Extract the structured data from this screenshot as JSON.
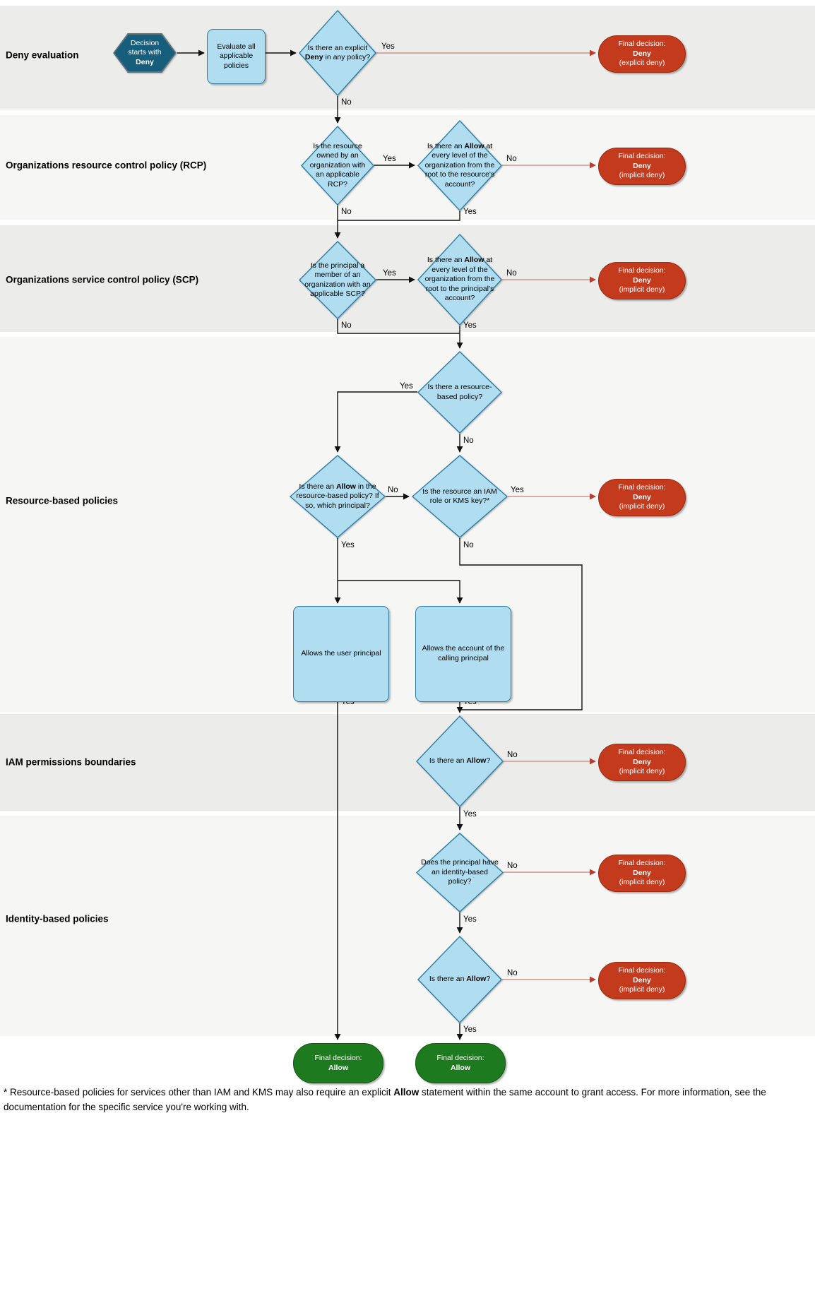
{
  "labels": {
    "yes": "Yes",
    "no": "No"
  },
  "sections": [
    {
      "label": "Deny evaluation"
    },
    {
      "label": "Organizations resource control policy (RCP)"
    },
    {
      "label": "Organizations service control policy (SCP)"
    },
    {
      "label": "Resource-based policies"
    },
    {
      "label": "IAM permissions boundaries"
    },
    {
      "label": "Identity-based policies"
    }
  ],
  "nodes": {
    "start": {
      "pre": "Decision starts with ",
      "bold": "Deny"
    },
    "evaluate": {
      "text": "Evaluate all applicable policies"
    },
    "explicit_deny_q": {
      "pre": "Is there an explicit ",
      "bold": "Deny",
      "post": " in any policy?"
    },
    "rcp_owned_q": {
      "text": "Is the resource owned by an organization with an applicable RCP?"
    },
    "rcp_allow_q": {
      "pre": "Is there an ",
      "bold": "Allow",
      "post": " at every level of the organization from the root to the resource's account?"
    },
    "scp_member_q": {
      "text": "Is the principal a member of an organization with an applicable SCP?"
    },
    "scp_allow_q": {
      "pre": "Is there an ",
      "bold": "Allow",
      "post": " at every level of the organization from the root to the principal's account?"
    },
    "rbp_exists_q": {
      "text": "Is there a resource-based policy?"
    },
    "rbp_allow_q": {
      "pre": "Is there an ",
      "bold": "Allow",
      "post": " in the resource-based policy? If so, which principal?"
    },
    "iam_kms_q": {
      "text": "Is the resource an IAM role or KMS key?*"
    },
    "allows_user": {
      "text": "Allows the user principal"
    },
    "allows_account": {
      "text": "Allows the account of the calling principal"
    },
    "pb_allow_q": {
      "pre": "Is there an ",
      "bold": "Allow",
      "post": "?"
    },
    "ibp_exists_q": {
      "text": "Does the principal have an identity-based policy?"
    },
    "ibp_allow_q": {
      "pre": "Is there an ",
      "bold": "Allow",
      "post": "?"
    }
  },
  "outcomes": {
    "deny_explicit": {
      "line1": "Final decision:",
      "decision": "Deny",
      "line3": "(explicit deny)"
    },
    "deny_implicit": {
      "line1": "Final decision:",
      "decision": "Deny",
      "line3": "(implicit deny)"
    },
    "allow": {
      "line1": "Final decision:",
      "decision": "Allow"
    }
  },
  "footnote": {
    "pre": "* Resource-based policies for services other than IAM and KMS may also require an explicit ",
    "bold": "Allow",
    "post": " statement within the same account to grant access. For more information, see the documentation for the specific service you're working with."
  },
  "colors": {
    "band_dark": "#ececeb",
    "band_light": "#f6f6f5",
    "process_fill": "#b1ddf0",
    "process_stroke": "#2e7fa5",
    "start_fill": "#175d7c",
    "deny_fill": "#c43a1c",
    "allow_fill": "#1e7a1e",
    "deny_edge": "#d58f8a"
  }
}
